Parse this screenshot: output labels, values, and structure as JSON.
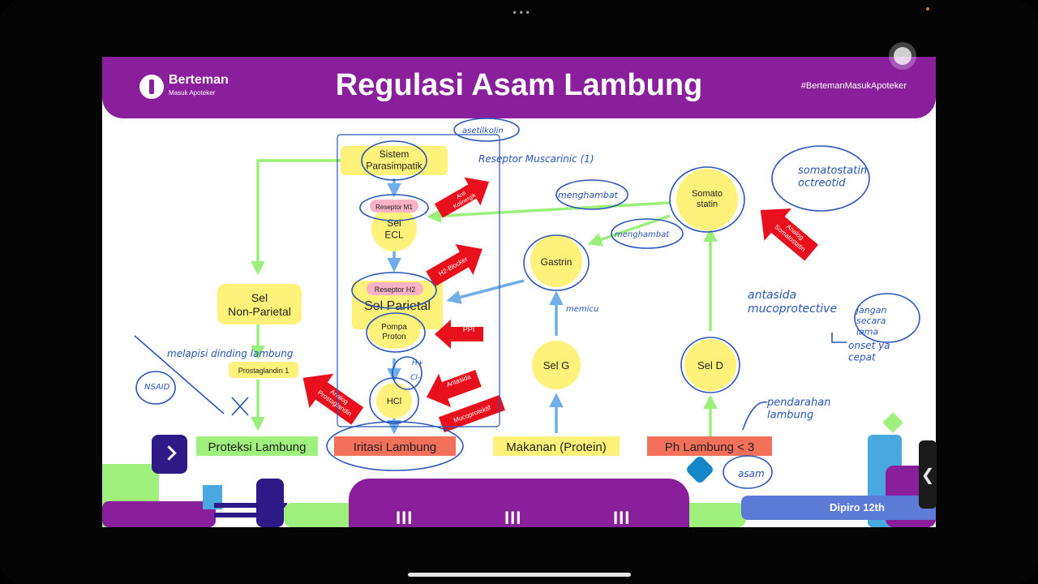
{
  "header": {
    "brand_name": "Berteman",
    "brand_tagline": "Masuk Apoteker",
    "title": "Regulasi Asam Lambung",
    "hashtag": "#BertemanMasukApoteker"
  },
  "footer": {
    "source_label": "Dipiro 12th",
    "bars_label": "III"
  },
  "colors": {
    "header": "#8a1f9c",
    "yellow_node": "#fff27a",
    "green_arrow": "#9af07a",
    "blue_arrow": "#6faee8",
    "red_arrow": "#e8101c",
    "protection": "#9ff07c",
    "irritation": "#f3705a"
  },
  "nodes": {
    "sistem_parasimpatik": "Sistem Parasimpatik",
    "reseptor_m1": "Reseptor M1",
    "sel_ecl": "Sel ECL",
    "reseptor_h2": "Reseptor H2",
    "sel_parietal": "Sel Parietal",
    "pompa_proton": "Pompa Proton",
    "hcl": "HCl",
    "sel_non_parietal": "Sel Non-Parietal",
    "prostaglandin": "Prostaglandin 1",
    "gastrin": "Gastrin",
    "sel_g": "Sel G",
    "somatostatin": "Somato statin",
    "sel_d": "Sel D"
  },
  "bottom_boxes": {
    "proteksi": "Proteksi Lambung",
    "iritasi": "Iritasi Lambung",
    "makanan": "Makanan (Protein)",
    "ph": "Ph Lambung < 3"
  },
  "red_arrows": {
    "anti_kolinergik": "Anti Kolinergik",
    "h2_blocker": "H2-Blocker",
    "ppi": "PPI",
    "antasida": "Antasida",
    "mucoprotektif": "Mucoprotektif",
    "analog_prostaglandin": "Analog Prostaglandin",
    "analog_somatostatin": "Analog Somatostatin"
  },
  "handwriting": {
    "asetilkolin": "asetilkolin",
    "reseptor_muscarinic": "Reseptor Muscarinic (1)",
    "menghambat_1": "menghambat",
    "menghambat_2": "menghambat",
    "somatostatin_octreotide": "somatostatin octreotid",
    "antasida_mucoprotective": "antasida mucoprotective",
    "side_note": "jangan secara lama",
    "onset_note": "onset ya cepat",
    "memicu": "memicu",
    "melapisi": "melapisi dinding lambung",
    "nsaid": "NSAID",
    "perdarahan": "pendarahan lambung",
    "asam": "asam",
    "h_plus": "H+",
    "cl_minus": "Cl-"
  }
}
